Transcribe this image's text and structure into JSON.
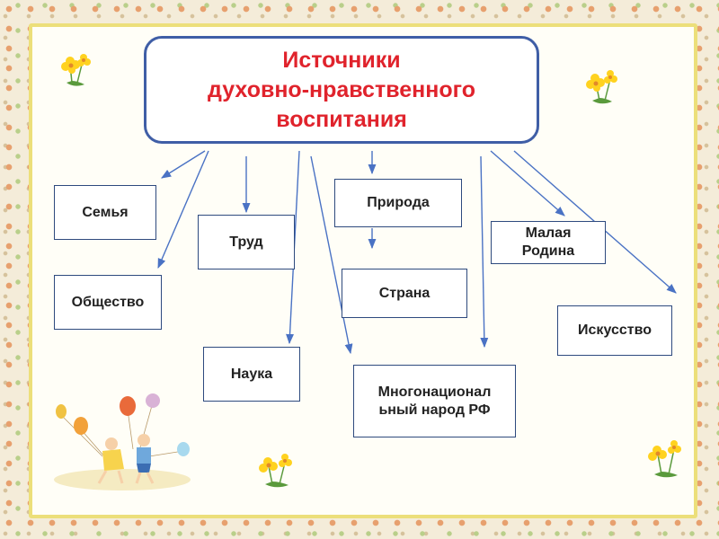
{
  "diagram": {
    "title_lines": [
      "Источники",
      "духовно-нравственного",
      "воспитания"
    ],
    "nodes": {
      "family": "Семья",
      "society": "Общество",
      "labor": "Труд",
      "science": "Наука",
      "nature": "Природа",
      "country": "Страна",
      "multinational_people": [
        "Многонационал",
        "ьный народ РФ"
      ],
      "small_homeland": [
        "Малая",
        "Родина"
      ],
      "art": "Искусство"
    }
  },
  "colors": {
    "title_text": "#e0232c",
    "title_border": "#3f5ea6",
    "arrow": "#4a72c4",
    "node_border": "#2e4a7e",
    "frame_border": "#ecdf7a"
  },
  "decorations": [
    "flower-icon",
    "flower-icon",
    "flower-icon",
    "flower-icon",
    "children-balloons-icon"
  ]
}
